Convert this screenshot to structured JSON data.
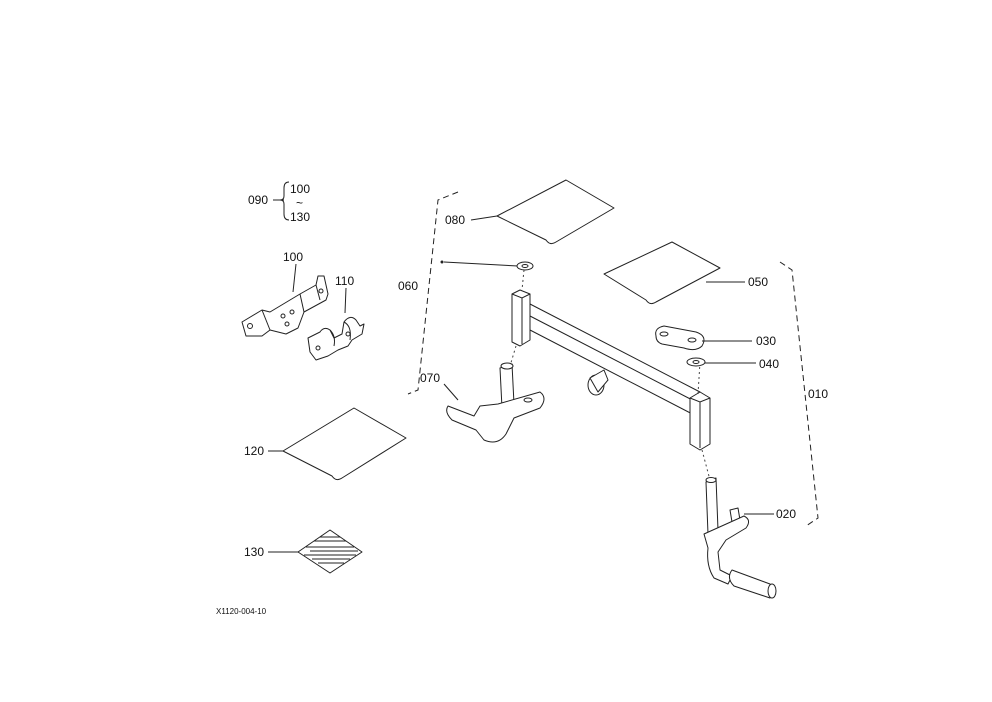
{
  "labels": {
    "p010": "010",
    "p020": "020",
    "p030": "030",
    "p040": "040",
    "p050": "050",
    "p060": "060",
    "p070": "070",
    "p080": "080",
    "p090": "090",
    "p090_from": "100",
    "p090_tilde": "~",
    "p090_to": "130",
    "p100": "100",
    "p110": "110",
    "p120": "120",
    "p130": "130"
  },
  "figure_code": "X1120-004-10"
}
